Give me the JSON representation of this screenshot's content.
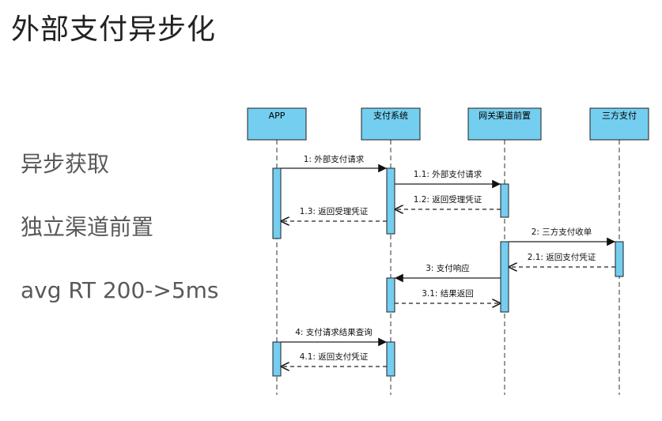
{
  "title": "外部支付异步化",
  "bullets": [
    "异步获取",
    "独立渠道前置",
    "avg RT 200->5ms"
  ],
  "colors": {
    "participant_fill": "#74ceef",
    "activation_fill": "#74ceef"
  },
  "participants": [
    {
      "id": "app",
      "label": "APP"
    },
    {
      "id": "pay",
      "label": "支付系统"
    },
    {
      "id": "gw",
      "label": "网关渠道前置"
    },
    {
      "id": "third",
      "label": "三方支付"
    }
  ],
  "messages": [
    {
      "label": "1: 外部支付请求",
      "from": "app",
      "to": "pay",
      "type": "sync"
    },
    {
      "label": "1.1: 外部支付请求",
      "from": "pay",
      "to": "gw",
      "type": "sync"
    },
    {
      "label": "1.2: 返回受理凭证",
      "from": "gw",
      "to": "pay",
      "type": "return"
    },
    {
      "label": "1.3: 返回受理凭证",
      "from": "pay",
      "to": "app",
      "type": "return"
    },
    {
      "label": "2: 三方支付收单",
      "from": "gw",
      "to": "third",
      "type": "sync"
    },
    {
      "label": "2.1: 返回支付凭证",
      "from": "third",
      "to": "gw",
      "type": "return"
    },
    {
      "label": "3: 支付响应",
      "from": "gw",
      "to": "pay",
      "type": "sync"
    },
    {
      "label": "3.1: 结果返回",
      "from": "pay",
      "to": "gw",
      "type": "return"
    },
    {
      "label": "4: 支付请求结果查询",
      "from": "app",
      "to": "pay",
      "type": "sync"
    },
    {
      "label": "4.1: 返回支付凭证",
      "from": "pay",
      "to": "app",
      "type": "return"
    }
  ]
}
